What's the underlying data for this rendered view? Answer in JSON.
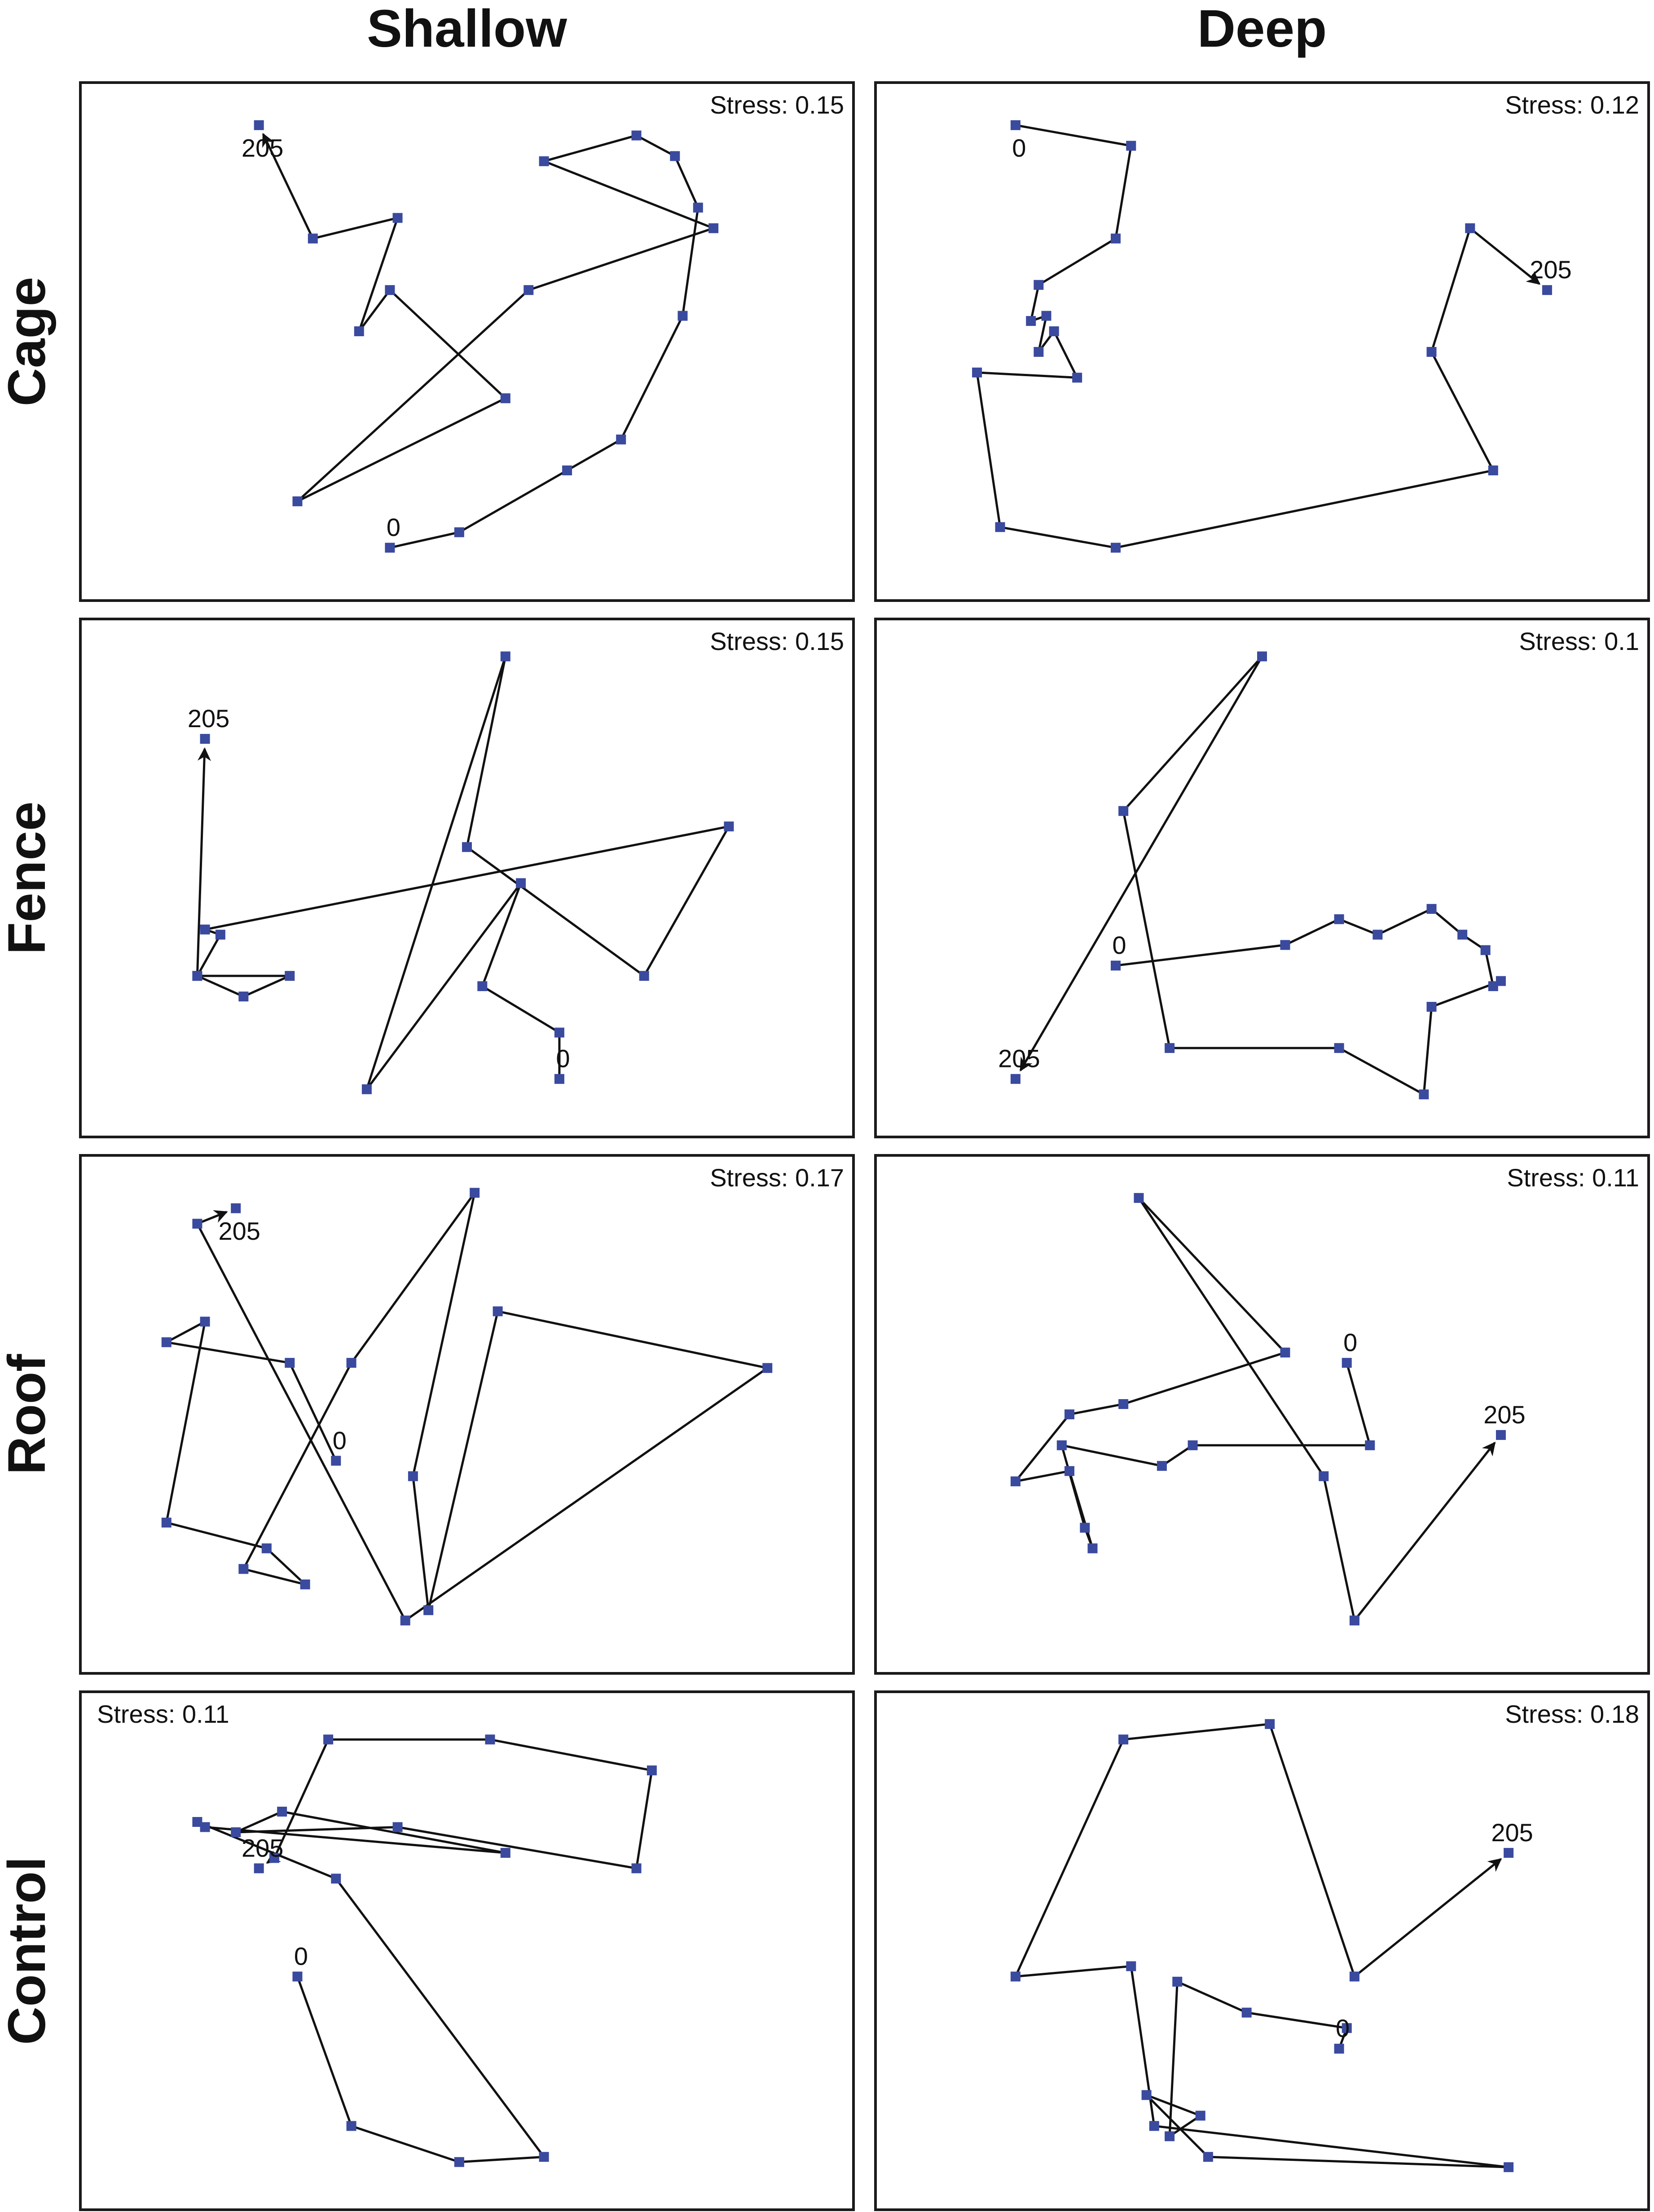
{
  "column_headers": [
    "Shallow",
    "Deep"
  ],
  "row_labels": [
    "Cage",
    "Fence",
    "Roof",
    "Control"
  ],
  "colors": {
    "point": "#3a4a9e",
    "line": "#111111",
    "border": "#1a1a1a"
  },
  "chart_data": [
    {
      "type": "scatter",
      "row": "Cage",
      "column": "Shallow",
      "stress_label": "Stress: 0.15",
      "stress_position": "top-right",
      "start_label": "0",
      "end_label": "205",
      "points": [
        [
          0.4,
          0.1
        ],
        [
          0.49,
          0.13
        ],
        [
          0.63,
          0.25
        ],
        [
          0.7,
          0.31
        ],
        [
          0.78,
          0.55
        ],
        [
          0.8,
          0.76
        ],
        [
          0.77,
          0.86
        ],
        [
          0.72,
          0.9
        ],
        [
          0.6,
          0.85
        ],
        [
          0.82,
          0.72
        ],
        [
          0.58,
          0.6
        ],
        [
          0.28,
          0.19
        ],
        [
          0.55,
          0.39
        ],
        [
          0.4,
          0.6
        ],
        [
          0.36,
          0.52
        ],
        [
          0.41,
          0.74
        ],
        [
          0.3,
          0.7
        ],
        [
          0.23,
          0.92
        ]
      ]
    },
    {
      "type": "scatter",
      "row": "Cage",
      "column": "Deep",
      "stress_label": "Stress: 0.12",
      "stress_position": "top-right",
      "start_label": "0",
      "end_label": "205",
      "points": [
        [
          0.18,
          0.92
        ],
        [
          0.33,
          0.88
        ],
        [
          0.31,
          0.7
        ],
        [
          0.21,
          0.61
        ],
        [
          0.2,
          0.54
        ],
        [
          0.22,
          0.55
        ],
        [
          0.21,
          0.48
        ],
        [
          0.23,
          0.52
        ],
        [
          0.26,
          0.43
        ],
        [
          0.13,
          0.44
        ],
        [
          0.16,
          0.14
        ],
        [
          0.31,
          0.1
        ],
        [
          0.8,
          0.25
        ],
        [
          0.72,
          0.48
        ],
        [
          0.77,
          0.72
        ],
        [
          0.87,
          0.6
        ]
      ]
    },
    {
      "type": "scatter",
      "row": "Fence",
      "column": "Shallow",
      "stress_label": "Stress: 0.15",
      "stress_position": "top-right",
      "start_label": "0",
      "end_label": "205",
      "points": [
        [
          0.62,
          0.11
        ],
        [
          0.62,
          0.2
        ],
        [
          0.52,
          0.29
        ],
        [
          0.57,
          0.49
        ],
        [
          0.37,
          0.09
        ],
        [
          0.55,
          0.93
        ],
        [
          0.5,
          0.56
        ],
        [
          0.73,
          0.31
        ],
        [
          0.84,
          0.6
        ],
        [
          0.16,
          0.4
        ],
        [
          0.18,
          0.39
        ],
        [
          0.15,
          0.31
        ],
        [
          0.21,
          0.27
        ],
        [
          0.27,
          0.31
        ],
        [
          0.15,
          0.31
        ],
        [
          0.16,
          0.77
        ]
      ]
    },
    {
      "type": "scatter",
      "row": "Fence",
      "column": "Deep",
      "stress_label": "Stress: 0.1",
      "stress_position": "top-right",
      "start_label": "0",
      "end_label": "205",
      "points": [
        [
          0.31,
          0.33
        ],
        [
          0.53,
          0.37
        ],
        [
          0.6,
          0.42
        ],
        [
          0.65,
          0.39
        ],
        [
          0.72,
          0.44
        ],
        [
          0.76,
          0.39
        ],
        [
          0.79,
          0.36
        ],
        [
          0.8,
          0.29
        ],
        [
          0.81,
          0.3
        ],
        [
          0.72,
          0.25
        ],
        [
          0.71,
          0.08
        ],
        [
          0.6,
          0.17
        ],
        [
          0.38,
          0.17
        ],
        [
          0.32,
          0.63
        ],
        [
          0.5,
          0.93
        ],
        [
          0.18,
          0.11
        ]
      ]
    },
    {
      "type": "scatter",
      "row": "Roof",
      "column": "Shallow",
      "stress_label": "Stress: 0.17",
      "stress_position": "top-right",
      "start_label": "0",
      "end_label": "205",
      "points": [
        [
          0.33,
          0.41
        ],
        [
          0.27,
          0.6
        ],
        [
          0.11,
          0.64
        ],
        [
          0.16,
          0.68
        ],
        [
          0.11,
          0.29
        ],
        [
          0.24,
          0.24
        ],
        [
          0.29,
          0.17
        ],
        [
          0.21,
          0.2
        ],
        [
          0.35,
          0.6
        ],
        [
          0.51,
          0.93
        ],
        [
          0.43,
          0.38
        ],
        [
          0.45,
          0.12
        ],
        [
          0.54,
          0.7
        ],
        [
          0.89,
          0.59
        ],
        [
          0.42,
          0.1
        ],
        [
          0.15,
          0.87
        ],
        [
          0.2,
          0.9
        ]
      ]
    },
    {
      "type": "scatter",
      "row": "Roof",
      "column": "Deep",
      "stress_label": "Stress: 0.11",
      "stress_position": "top-right",
      "start_label": "0",
      "end_label": "205",
      "points": [
        [
          0.61,
          0.6
        ],
        [
          0.64,
          0.44
        ],
        [
          0.41,
          0.44
        ],
        [
          0.37,
          0.4
        ],
        [
          0.24,
          0.44
        ],
        [
          0.27,
          0.28
        ],
        [
          0.28,
          0.24
        ],
        [
          0.25,
          0.39
        ],
        [
          0.18,
          0.37
        ],
        [
          0.25,
          0.5
        ],
        [
          0.32,
          0.52
        ],
        [
          0.53,
          0.62
        ],
        [
          0.34,
          0.92
        ],
        [
          0.58,
          0.38
        ],
        [
          0.62,
          0.1
        ],
        [
          0.81,
          0.46
        ]
      ]
    },
    {
      "type": "scatter",
      "row": "Control",
      "column": "Shallow",
      "stress_label": "Stress: 0.11",
      "stress_position": "top-left",
      "start_label": "0",
      "end_label": "205",
      "points": [
        [
          0.28,
          0.45
        ],
        [
          0.35,
          0.16
        ],
        [
          0.49,
          0.09
        ],
        [
          0.6,
          0.1
        ],
        [
          0.33,
          0.64
        ],
        [
          0.15,
          0.75
        ],
        [
          0.16,
          0.74
        ],
        [
          0.55,
          0.69
        ],
        [
          0.26,
          0.77
        ],
        [
          0.2,
          0.73
        ],
        [
          0.41,
          0.74
        ],
        [
          0.72,
          0.66
        ],
        [
          0.74,
          0.85
        ],
        [
          0.53,
          0.91
        ],
        [
          0.32,
          0.91
        ],
        [
          0.25,
          0.68
        ],
        [
          0.23,
          0.66
        ]
      ]
    },
    {
      "type": "scatter",
      "row": "Control",
      "column": "Deep",
      "stress_label": "Stress: 0.18",
      "stress_position": "top-right",
      "start_label": "0",
      "end_label": "205",
      "points": [
        [
          0.6,
          0.31
        ],
        [
          0.61,
          0.35
        ],
        [
          0.48,
          0.38
        ],
        [
          0.39,
          0.44
        ],
        [
          0.38,
          0.14
        ],
        [
          0.42,
          0.18
        ],
        [
          0.35,
          0.22
        ],
        [
          0.43,
          0.1
        ],
        [
          0.82,
          0.08
        ],
        [
          0.36,
          0.16
        ],
        [
          0.33,
          0.47
        ],
        [
          0.18,
          0.45
        ],
        [
          0.32,
          0.91
        ],
        [
          0.51,
          0.94
        ],
        [
          0.62,
          0.45
        ],
        [
          0.82,
          0.69
        ]
      ]
    }
  ]
}
